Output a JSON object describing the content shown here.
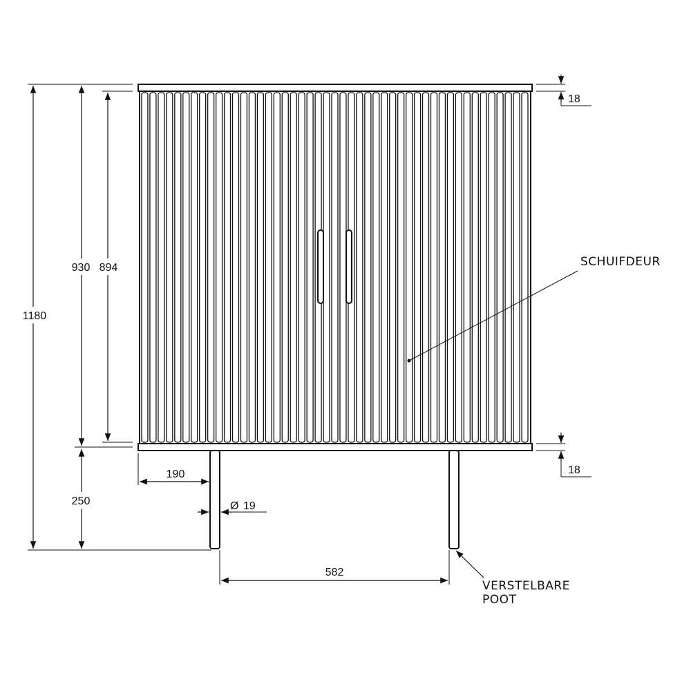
{
  "dimensions": {
    "total_height": "1180",
    "body_height": "930",
    "door_height": "894",
    "leg_height": "250",
    "leg_offset": "190",
    "leg_diameter": "19",
    "leg_diameter_symbol": "Ø",
    "leg_spacing": "582",
    "top_panel_thickness": "18",
    "bottom_panel_thickness": "18"
  },
  "callouts": {
    "sliding_door": "SCHUIFDEUR",
    "adjustable_leg_line1": "VERSTELBARE",
    "adjustable_leg_line2": "POOT"
  }
}
